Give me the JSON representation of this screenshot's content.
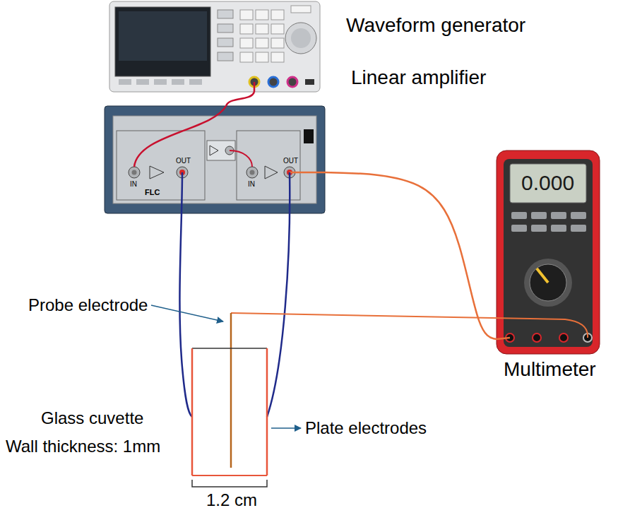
{
  "diagram": {
    "nodes": [
      {
        "text": [
          "Waveform generator"
        ]
      },
      {
        "text": [
          "Linear amplifier"
        ]
      },
      {
        "text": [
          "Multimeter"
        ]
      }
    ],
    "edges": [
      {
        "from": 0,
        "to": 1,
        "arrow": "none"
      },
      {
        "from": 1,
        "to": 2,
        "arrow": "none"
      }
    ],
    "labels": [
      "Probe electrode",
      "Glass cuvette",
      "Wall thickness: 1mm",
      "Plate electrodes",
      "1.2 cm",
      "IN",
      "OUT",
      "IN",
      "OUT",
      "FLC",
      "0.000"
    ]
  }
}
